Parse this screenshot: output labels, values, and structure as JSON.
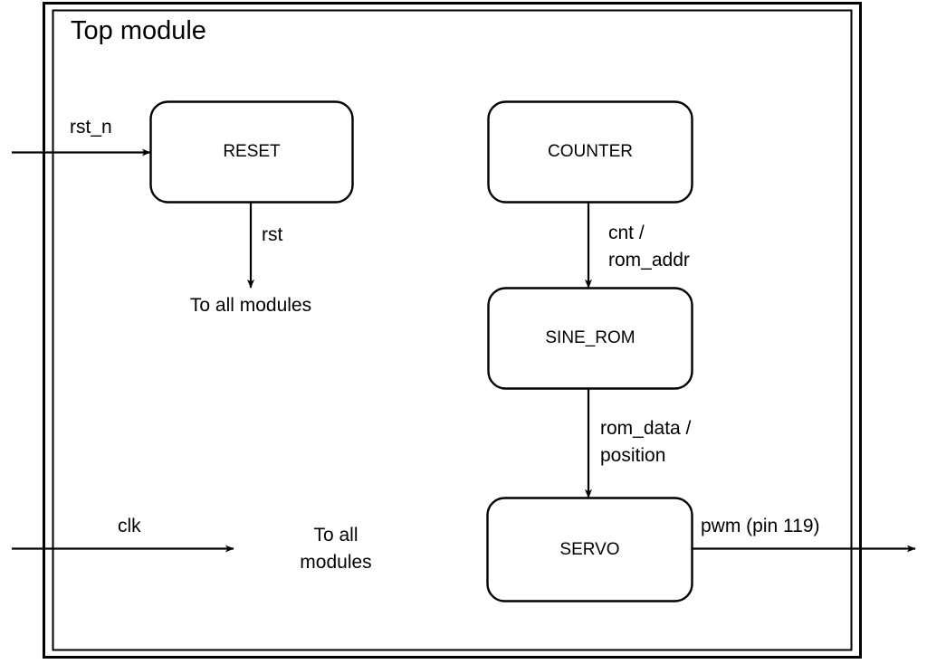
{
  "diagram": {
    "title": "Top module",
    "background_color": "#ffffff",
    "line_color": "#000000",
    "blocks": [
      {
        "id": "reset",
        "label": "RESET"
      },
      {
        "id": "counter",
        "label": "COUNTER"
      },
      {
        "id": "sine_rom",
        "label": "SINE_ROM"
      },
      {
        "id": "servo",
        "label": "SERVO"
      }
    ],
    "signals": {
      "rst_n": "rst_n",
      "rst": "rst",
      "cnt_rom_addr_line1": "cnt /",
      "cnt_rom_addr_line2": "rom_addr",
      "rom_data_line1": "rom_data /",
      "rom_data_line2": "position",
      "clk": "clk",
      "pwm": "pwm (pin 119)"
    },
    "notes": {
      "reset_fanout": "To all modules",
      "clk_fanout_line1": "To all",
      "clk_fanout_line2": "modules"
    }
  }
}
